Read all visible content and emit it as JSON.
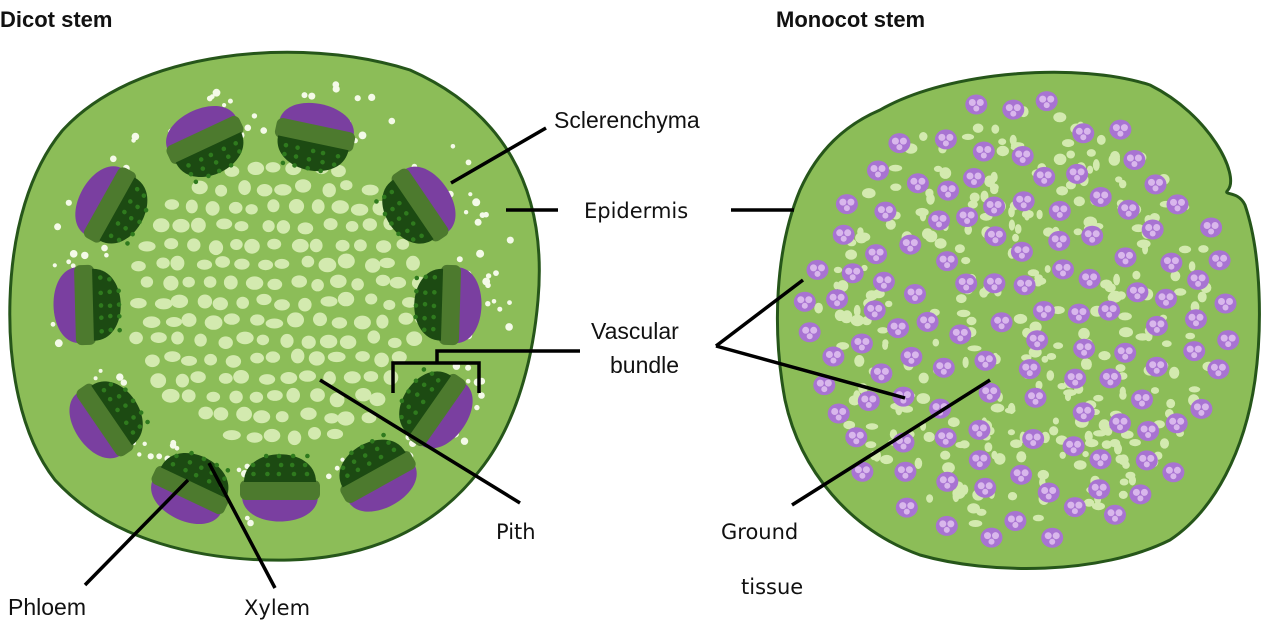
{
  "diagram": {
    "dicot": {
      "title": "Dicot stem",
      "labels": {
        "sclerenchyma": "Sclerenchyma",
        "epidermis": "Epidermis",
        "vascular_bundle_line1": "Vascular",
        "vascular_bundle_line2": "bundle",
        "pith": "Pith",
        "phloem": "Phloem",
        "xylem": "Xylem"
      }
    },
    "monocot": {
      "title": "Monocot stem",
      "labels": {
        "ground_tissue_line1": "Ground",
        "ground_tissue_line2": "tissue"
      }
    }
  },
  "colors": {
    "ground_tissue": "#8cbd58",
    "outline": "#26561a",
    "pith_cells": "#d3eaaf",
    "white_cells": "#f4fae8",
    "sclerenchyma": "#7a3fa0",
    "cambium_band": "#4d7a2e",
    "xylem": "#1c4a12",
    "xylem_cells": "#2f7a1e",
    "monocot_bundle": "#a873d2",
    "monocot_bundle_cells": "#d9b7ec"
  }
}
